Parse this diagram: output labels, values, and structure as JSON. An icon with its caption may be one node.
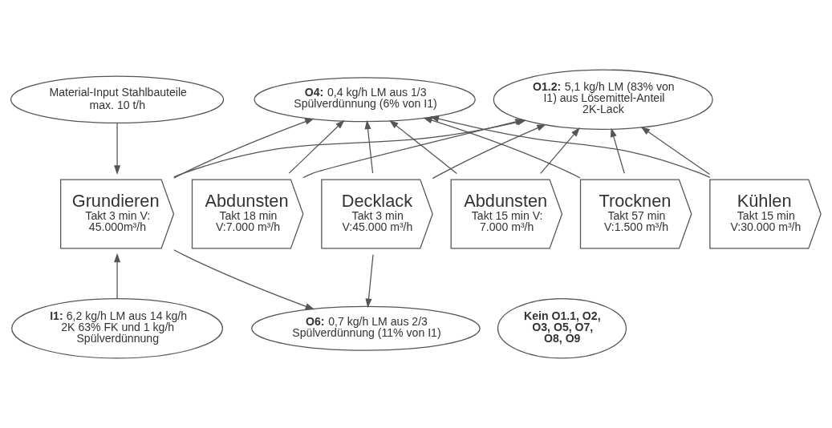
{
  "diagram": {
    "nodes": [
      {
        "text": [
          "Material-Input Stahlbauteile max. 10 t/h"
        ]
      },
      {
        "text": [
          "**O1.2:** 5,1 kg/h LM (83% von I1) aus Lösemittel-Anteil 2K-Lack"
        ]
      },
      {
        "text": [
          "**O4:** 0,4 kg/h LM aus 1/3 Spülverdünnung (6% von I1)"
        ]
      },
      {
        "text": [
          "Grundieren",
          "Takt 3 min V: 45.000m³/h"
        ]
      },
      {
        "text": [
          "Abdunsten",
          "Takt 18 min V:7.000 m³/h"
        ]
      },
      {
        "text": [
          "Decklack",
          "Takt 3 min V:45.000 m³/h"
        ]
      },
      {
        "text": [
          "Abdunsten",
          "Takt 15 min V: 7.000 m³/h"
        ]
      },
      {
        "text": [
          "Trocknen",
          "Takt 57 min V:1.500 m³/h"
        ]
      },
      {
        "text": [
          "Kühlen",
          "Takt 15 min V:30.000 m³/h"
        ]
      },
      {
        "text": [
          "**I1:** 6,2 kg/h LM aus 14 kg/h 2K 63% FK und 1 kg/h Spülverdünnung"
        ]
      },
      {
        "text": [
          "**O6:** 0,7 kg/h LM aus 2/3 Spülverdünnung (11% von I1)"
        ]
      },
      {
        "text": [
          "Kein O1.1, O2, O3, O5, O7, O8, O9"
        ]
      }
    ],
    "edges": [
      {
        "from": 0,
        "to": 3,
        "arrow": "to"
      },
      {
        "from": 9,
        "to": 3,
        "arrow": "to"
      },
      {
        "from": 3,
        "to": 1,
        "arrow": "to"
      },
      {
        "from": 4,
        "to": 1,
        "arrow": "to"
      },
      {
        "from": 5,
        "to": 1,
        "arrow": "to"
      },
      {
        "from": 6,
        "to": 1,
        "arrow": "to"
      },
      {
        "from": 7,
        "to": 1,
        "arrow": "to"
      },
      {
        "from": 8,
        "to": 1,
        "arrow": "to"
      },
      {
        "from": 3,
        "to": 2,
        "arrow": "to"
      },
      {
        "from": 4,
        "to": 2,
        "arrow": "to"
      },
      {
        "from": 5,
        "to": 2,
        "arrow": "to"
      },
      {
        "from": 6,
        "to": 2,
        "arrow": "to"
      },
      {
        "from": 7,
        "to": 2,
        "arrow": "to"
      },
      {
        "from": 8,
        "to": 2,
        "arrow": "to"
      },
      {
        "from": 3,
        "to": 10,
        "arrow": "to"
      },
      {
        "from": 5,
        "to": 10,
        "arrow": "to"
      }
    ]
  }
}
